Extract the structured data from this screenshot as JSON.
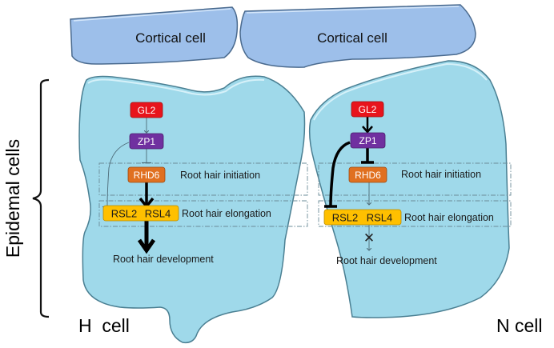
{
  "figure": {
    "side_label": "Epidemal cells",
    "colors": {
      "cortical_fill": "#9dbfea",
      "epidermal_fill": "#9fd9ea",
      "GL2": "#e8141c",
      "ZP1": "#7030a0",
      "RHD6": "#e07020",
      "RSL": "#ffc000"
    }
  },
  "cortical_cells": [
    {
      "label": "Cortical cell"
    },
    {
      "label": "Cortical cell"
    }
  ],
  "h_cell": {
    "label": "H  cell",
    "genes": {
      "gl2": "GL2",
      "zp1": "ZP1",
      "rhd6": "RHD6",
      "rsl2": "RSL2",
      "rsl4": "RSL4"
    },
    "zones": {
      "initiation": "Root hair initiation",
      "elongation": "Root hair elongation"
    },
    "outcome": "Root hair development",
    "interactions": [
      {
        "from": "GL2",
        "to": "ZP1",
        "type": "activation",
        "strength": "weak"
      },
      {
        "from": "ZP1",
        "to": "RHD6",
        "type": "repression",
        "strength": "weak"
      },
      {
        "from": "ZP1",
        "to": "RSL2/RSL4",
        "type": "repression",
        "strength": "weak"
      },
      {
        "from": "RHD6",
        "to": "RSL2/RSL4",
        "type": "activation",
        "strength": "strong"
      },
      {
        "from": "RSL2/RSL4",
        "to": "Root hair development",
        "type": "activation",
        "strength": "strong"
      }
    ]
  },
  "n_cell": {
    "label": "N cell",
    "genes": {
      "gl2": "GL2",
      "zp1": "ZP1",
      "rhd6": "RHD6",
      "rsl2": "RSL2",
      "rsl4": "RSL4"
    },
    "zones": {
      "initiation": "Root hair initiation",
      "elongation": "Root hair elongation"
    },
    "outcome": "Root hair development",
    "blocked_marker": "✕",
    "interactions": [
      {
        "from": "GL2",
        "to": "ZP1",
        "type": "activation",
        "strength": "strong"
      },
      {
        "from": "ZP1",
        "to": "RHD6",
        "type": "repression",
        "strength": "strong"
      },
      {
        "from": "ZP1",
        "to": "RSL2/RSL4",
        "type": "repression",
        "strength": "strong"
      },
      {
        "from": "RHD6",
        "to": "RSL2/RSL4",
        "type": "activation",
        "strength": "weak"
      },
      {
        "from": "RSL2/RSL4",
        "to": "Root hair development",
        "type": "activation",
        "strength": "blocked"
      }
    ]
  }
}
